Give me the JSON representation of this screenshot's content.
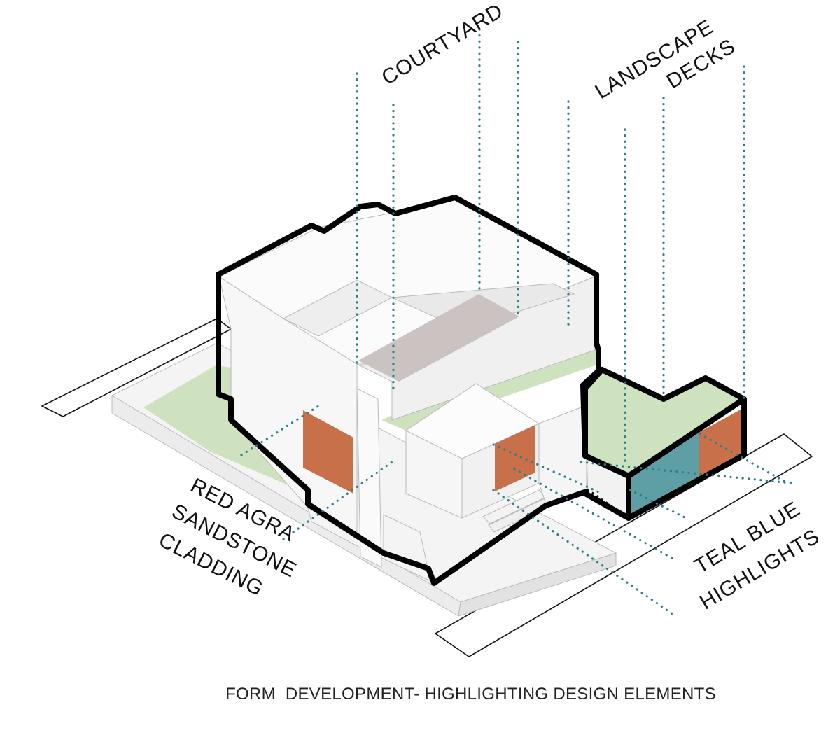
{
  "labels": {
    "courtyard": "COURTYARD",
    "landscape_line1": "LANDSCAPE",
    "landscape_line2": "DECKS",
    "sandstone_line1": "RED AGRA",
    "sandstone_line2": "SANDSTONE",
    "sandstone_line3": "CLADDING",
    "teal_line1": "TEAL BLUE",
    "teal_line2": "HIGHLIGHTS"
  },
  "caption": "FORM  DEVELOPMENT- HIGHLIGHTING DESIGN ELEMENTS",
  "colors": {
    "leader_dots": "#2a7f86",
    "landscape_green": "#cfe2c0",
    "courtyard_grey": "#cbc3c1",
    "sandstone": "#c8704a",
    "teal": "#5e9ea5",
    "outline": "#000000"
  }
}
